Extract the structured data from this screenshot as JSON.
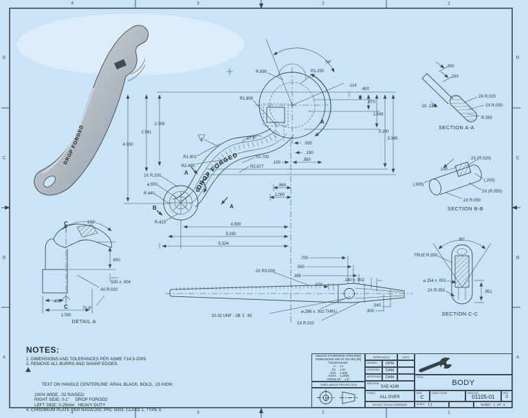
{
  "sheet": {
    "bg": "#c9e4f6",
    "line": "#3f464c",
    "text": "#2e353a"
  },
  "border": {
    "cols": [
      "4",
      "3",
      "2",
      "1"
    ],
    "rows": [
      "D",
      "C",
      "B",
      "A"
    ]
  },
  "handle_text": "DROP FORGED",
  "main": {
    "ang54": "54°",
    "r690": "R.690",
    "r1250": "R1.250",
    "r1800": "R1.800",
    "d114": ".114",
    "d400": ".400",
    "d670": ".670",
    "d1643": "1.643",
    "d3100": "3.100",
    "d3345": "3.345",
    "d2309": "2.309",
    "d2561": "2.561",
    "d4500v": "4.500",
    "ang178": "17.8°",
    "r1901": "R1.901",
    "r2485": "R2.485",
    "r1700": "R1.700",
    "r2677": "R2.677",
    "d035": ".035",
    "d190": ".190",
    "d100": ".100",
    "d950": ".950",
    "d864": ".864",
    "d1000": "1.000",
    "r100": "2X R.100",
    "dia550": "⌀.550",
    "r440": "R.440",
    "r423": "R.423",
    "d4500h": "4.500",
    "d5150": "5.150",
    "a": "A",
    "b": "B",
    "flag": "3"
  },
  "side": {
    "d5324": "5.324",
    "r3000": "2X R3.000",
    "d700": ".700",
    "d550": ".550",
    "d385": ".385",
    "d070": ".070",
    "d140": ".140 ± .002",
    "d540": ".540",
    "d300": ".300",
    "thread": "10-32 UNF - 2B ↧ .40",
    "dia286": "⌀.286 ± .002 THRU",
    "r020": "2X R.020"
  },
  "detail_a": {
    "title": "DETAIL  A",
    "ang132": "132°",
    "c": "C",
    "d650": ".650",
    "d530": ".530 ± .004",
    "r020": "4X R.020",
    "d400": ".400",
    "ang706": "70.6°",
    "d1000": "1.000"
  },
  "section_aa": {
    "title": "SECTION A-A",
    "d300": ".300",
    "d200": ".200",
    "d182": "2X .182",
    "r020": "2X R.020",
    "r050": "2X R.050",
    "r350": "R.350"
  },
  "section_bb": {
    "title": "SECTION B-B",
    "r020p": "2X (R.020)",
    "d100": ".100",
    "d200p": "(.200)",
    "d300p": "(.300)",
    "r050p": "2X (R.050)",
    "r050": "2X R.050"
  },
  "section_cc": {
    "title": "SECTION C-C",
    "ang90": "90°",
    "truer": "TRUE R.350",
    "dia154": "⌀.154 ± .001",
    "r050": "2X R.050",
    "d951": ".951"
  },
  "notes": {
    "heading": "NOTES:",
    "n1": "1. DIMENSIONS AND TOLERANCES PER ASME Y14.5-2009.",
    "n2": "2. REMOVE ALL BURRS AND SHARP EDGES.",
    "n3_flag": "3",
    "n3a": "TEXT ON HANDLE CENTERLINE: ARIAL BLACK, BOLD, .15 HIGH,",
    "n3b": "100% WIDE, .02 RAISED:",
    "n3c": "RIGHT SIDE: 0-1\"     DROP FORGED",
    "n3d": "LEFT SIDE: 0-25mm   HEAVY DUTY",
    "n4": "4. CHROMIUM PLATE PER NASA/JSC PRC 5003, CLASS 1, TYPE II."
  },
  "title_block": {
    "tol1": "UNLESS OTHERWISE SPECIFIED",
    "tol2": "DIMENSIONS ARE IN INCHES [IN]",
    "tol3": "TOLERANCES:",
    "tolx": ".X",
    "tolxv": "±.1",
    "tolxx": ".XX",
    "tolxxv": "±.01",
    "tolxxx": ".XXX",
    "tolxxxv": "±.005",
    "tolxxxx": ".XXXX",
    "tolxxxxv": "±.0005",
    "tolang": "ANGULAR",
    "tolangv": "±.5°",
    "third": "THIRD ANGLE PROJECTION",
    "approvals": "APPROVALS",
    "date": "DATE",
    "drawn": "DRAWN",
    "drawn_v": "DPM",
    "checked": "CHECKED",
    "checked_v": "DAM",
    "approved": "APPROVED",
    "approved_v": "DAM",
    "material": "MATERIAL",
    "material_v": "SAE 4240",
    "finish": "FINISH",
    "finish_v": "ALL OVER",
    "noscale": "DO NOT SCALE DRAWING",
    "title": "TITLE",
    "title_v": "BODY",
    "size": "SIZE",
    "size_v": "C",
    "cage": "CAGE CODE",
    "dwg": "DWG NO.",
    "dwg_v": "01105-01",
    "rev": "REV",
    "rev_v": "0",
    "scale": "SCALE",
    "scale_v": "1:1",
    "sheet": "SHEET",
    "sheet_v": "2",
    "of": "OF",
    "sheets_v": "5"
  }
}
